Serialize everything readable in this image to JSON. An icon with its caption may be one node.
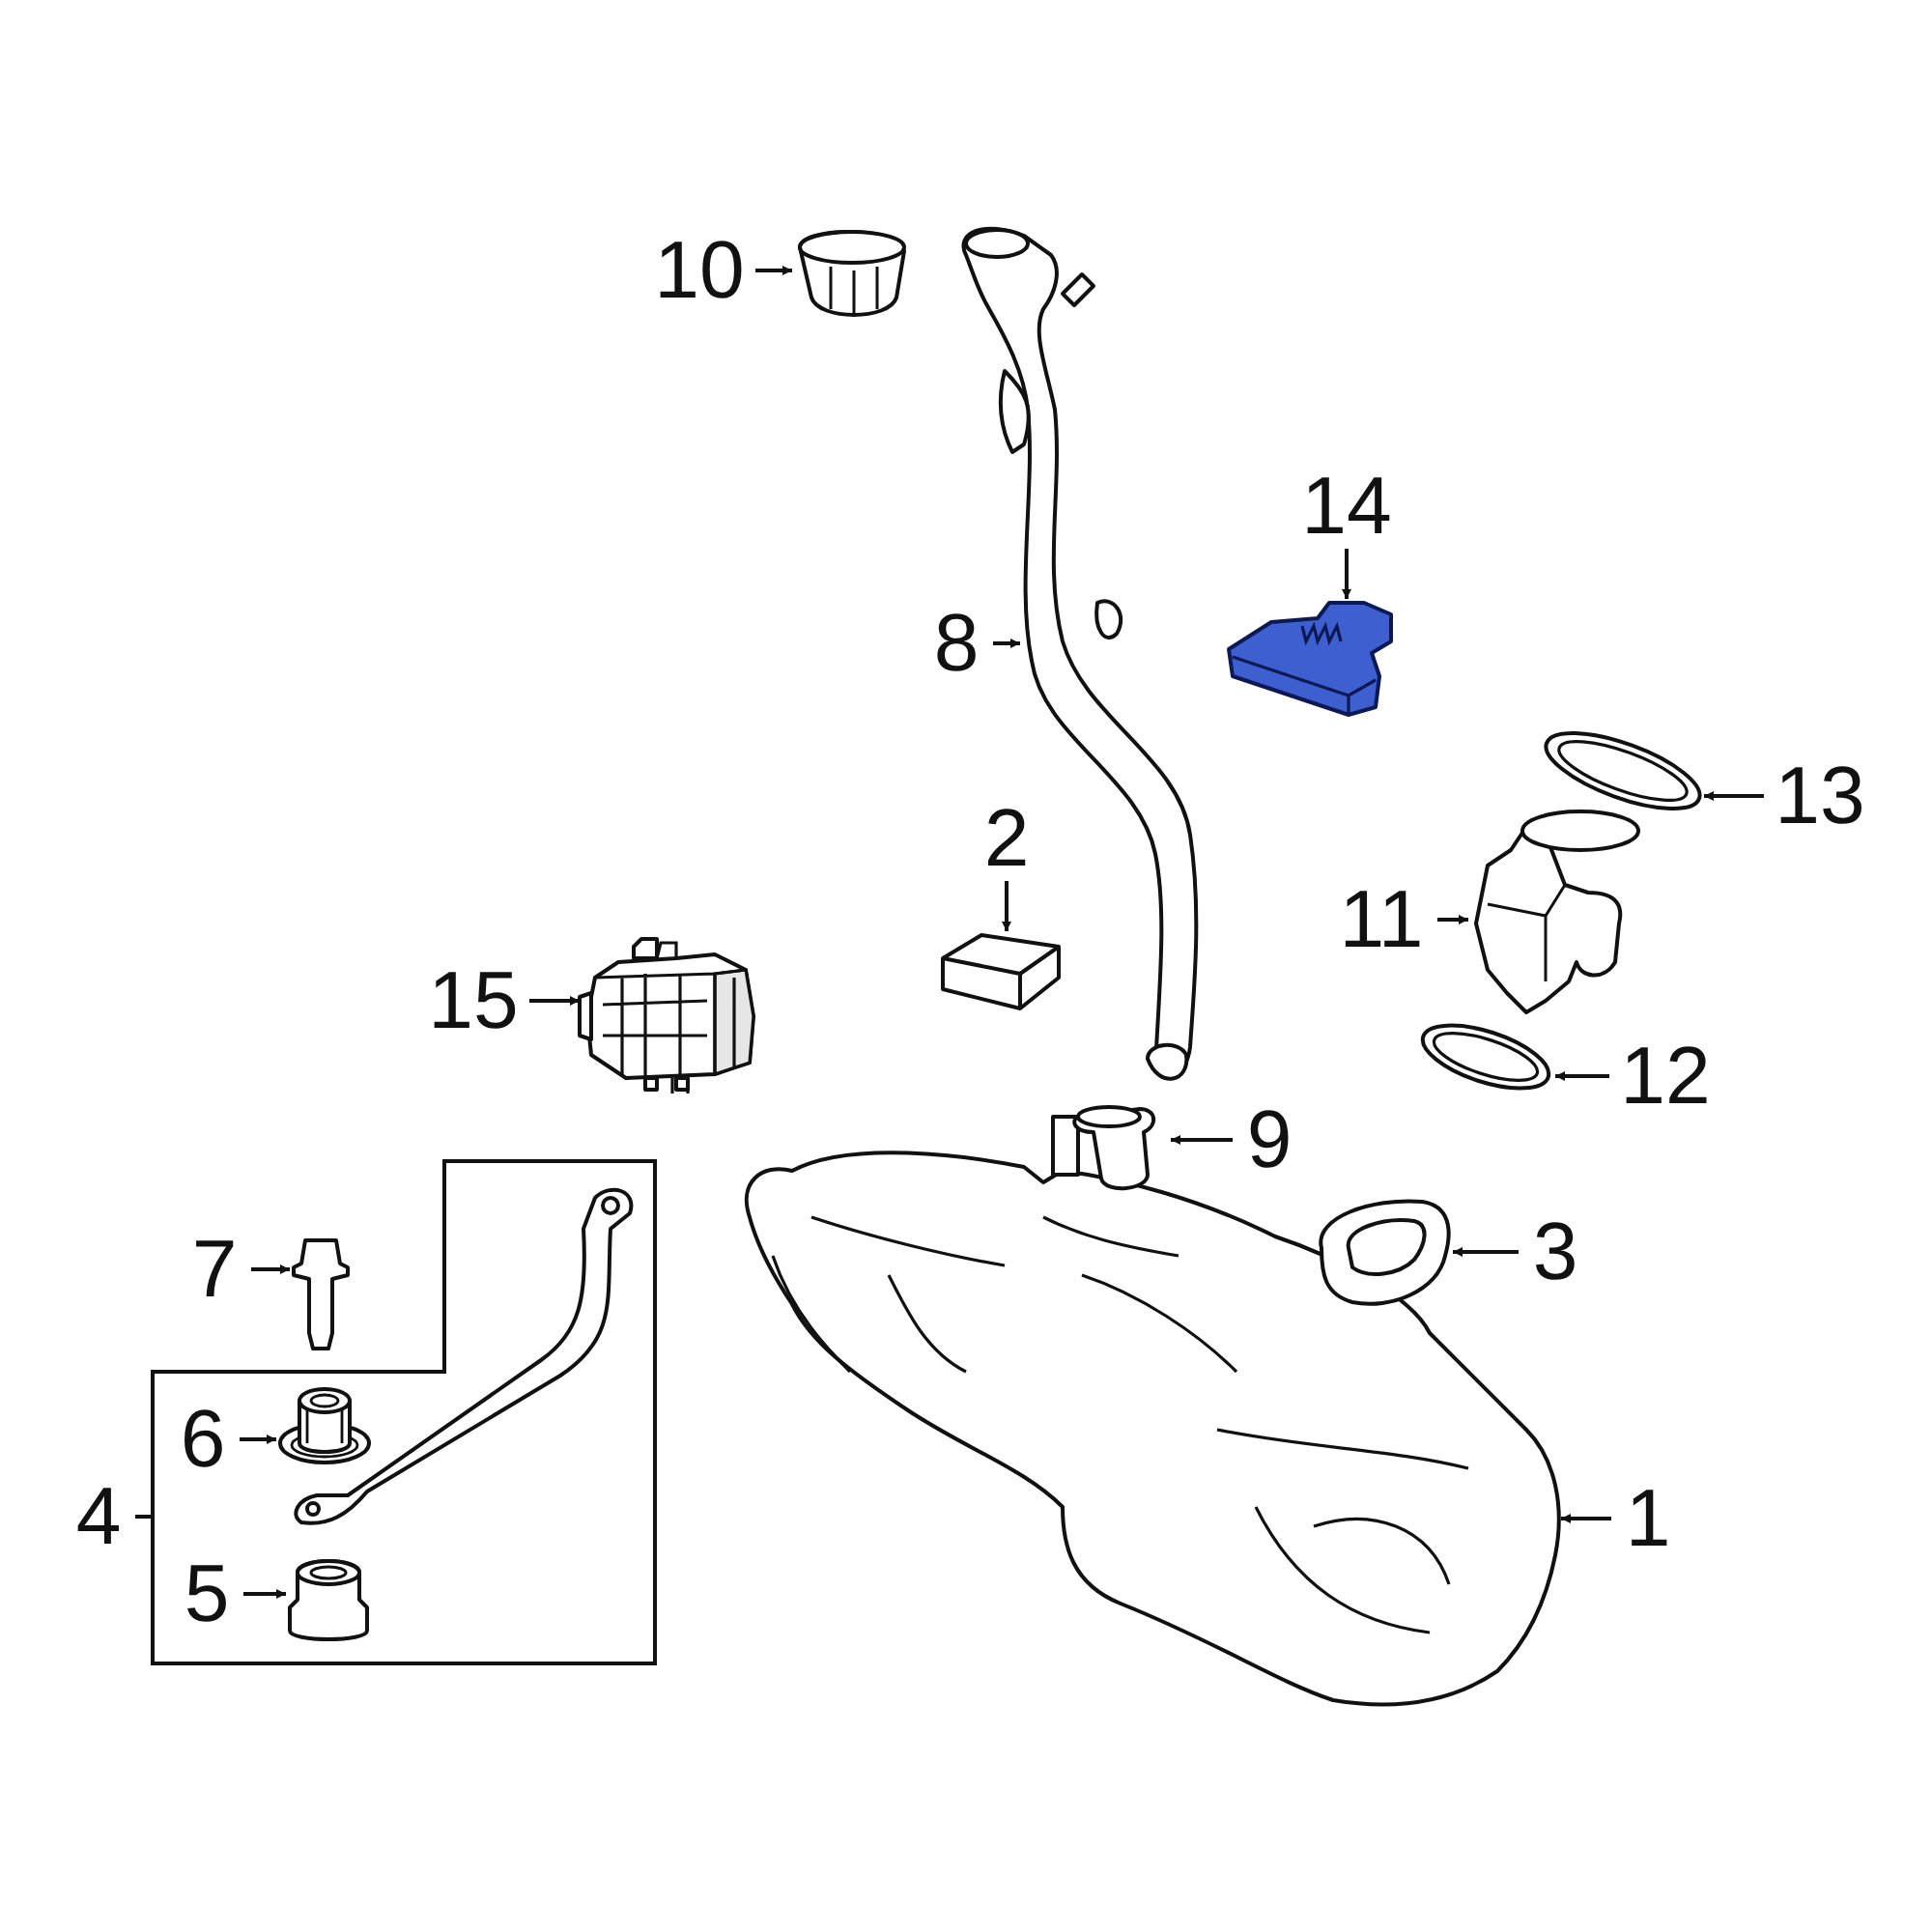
{
  "diagram": {
    "nodes": [
      {
        "text": [
          "1"
        ]
      },
      {
        "text": [],
        "shape": "picture"
      },
      {
        "text": [
          "2"
        ]
      },
      {
        "text": [],
        "shape": "picture"
      },
      {
        "text": [
          "3"
        ]
      },
      {
        "text": [],
        "shape": "picture"
      },
      {
        "text": [
          "4"
        ]
      },
      {
        "text": [],
        "shape": "box"
      },
      {
        "text": [],
        "shape": "picture",
        "in": 7
      },
      {
        "text": [
          "5"
        ],
        "in": 7
      },
      {
        "text": [],
        "shape": "picture",
        "in": 7
      },
      {
        "text": [
          "6"
        ],
        "in": 7
      },
      {
        "text": [],
        "shape": "picture",
        "in": 7
      },
      {
        "text": [
          "7"
        ]
      },
      {
        "text": [],
        "shape": "picture"
      },
      {
        "text": [
          "8"
        ]
      },
      {
        "text": [],
        "shape": "picture"
      },
      {
        "text": [
          "9"
        ]
      },
      {
        "text": [],
        "shape": "picture"
      },
      {
        "text": [
          "10"
        ]
      },
      {
        "text": [],
        "shape": "picture"
      },
      {
        "text": [
          "11"
        ]
      },
      {
        "text": [],
        "shape": "picture"
      },
      {
        "text": [
          "12"
        ]
      },
      {
        "text": [],
        "shape": "picture"
      },
      {
        "text": [
          "13"
        ]
      },
      {
        "text": [],
        "shape": "picture"
      },
      {
        "text": [
          "14"
        ]
      },
      {
        "text": [],
        "shape": "picture"
      },
      {
        "text": [
          "15"
        ]
      },
      {
        "text": [],
        "shape": "picture"
      }
    ],
    "edges": [
      {
        "from": 0,
        "to": 1,
        "arrow": "to"
      },
      {
        "from": 2,
        "to": 3,
        "arrow": "to"
      },
      {
        "from": 4,
        "to": 5,
        "arrow": "to"
      },
      {
        "from": 6,
        "to": 7,
        "arrow": "none"
      },
      {
        "from": 9,
        "to": 10,
        "arrow": "to"
      },
      {
        "from": 11,
        "to": 12,
        "arrow": "to"
      },
      {
        "from": 13,
        "to": 14,
        "arrow": "to"
      },
      {
        "from": 15,
        "to": 16,
        "arrow": "to"
      },
      {
        "from": 17,
        "to": 18,
        "arrow": "to"
      },
      {
        "from": 19,
        "to": 20,
        "arrow": "to"
      },
      {
        "from": 21,
        "to": 22,
        "arrow": "to"
      },
      {
        "from": 23,
        "to": 24,
        "arrow": "to"
      },
      {
        "from": 25,
        "to": 26,
        "arrow": "to"
      },
      {
        "from": 27,
        "to": 28,
        "arrow": "to"
      },
      {
        "from": 29,
        "to": 30,
        "arrow": "to"
      }
    ]
  }
}
